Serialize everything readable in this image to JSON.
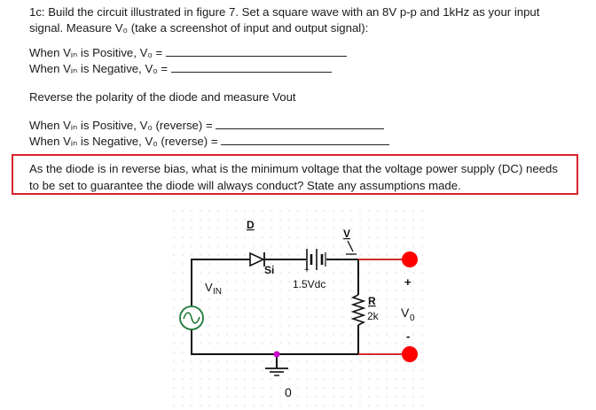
{
  "task": {
    "line1": "1c: Build the circuit illustrated in figure 7. Set a square wave with an 8V p-p and 1kHz as your input",
    "line2": "signal. Measure V₀ (take a screenshot of input and output signal):"
  },
  "measure_forward": {
    "positive": "When Vᵢₙ is Positive, V₀ =",
    "negative": "When Vᵢₙ is Negative, V₀ ="
  },
  "reverse_heading": "Reverse the polarity of the diode and measure Vout",
  "measure_reverse": {
    "positive": "When Vᵢₙ is Positive, V₀ (reverse) =",
    "negative": "When Vᵢₙ is Negative, V₀ (reverse) ="
  },
  "question": {
    "line1": "As the diode is in reverse bias, what is the minimum voltage that the voltage power supply (DC) needs",
    "line2": "to be set to  guarantee the diode will always conduct? State any assumptions made."
  },
  "circuit": {
    "diode_label": "D",
    "diode_model": "Si",
    "source_label_main": "V",
    "source_label_sub": "IN",
    "battery_label": "1.5Vdc",
    "battery_plus": "+",
    "probe_label": "V",
    "resistor_label": "R",
    "resistor_value": "2k",
    "output_label_main": "V",
    "output_label_sub": "0",
    "output_plus": "+",
    "output_minus": "-",
    "ground_label": "0",
    "colors": {
      "wire": "#111111",
      "output_wire": "#d32d2d",
      "node": "#ff0000",
      "source": "#1f7a3a",
      "ground_node": "#cc00cc",
      "grid_dot": "#d8d8d8"
    }
  }
}
